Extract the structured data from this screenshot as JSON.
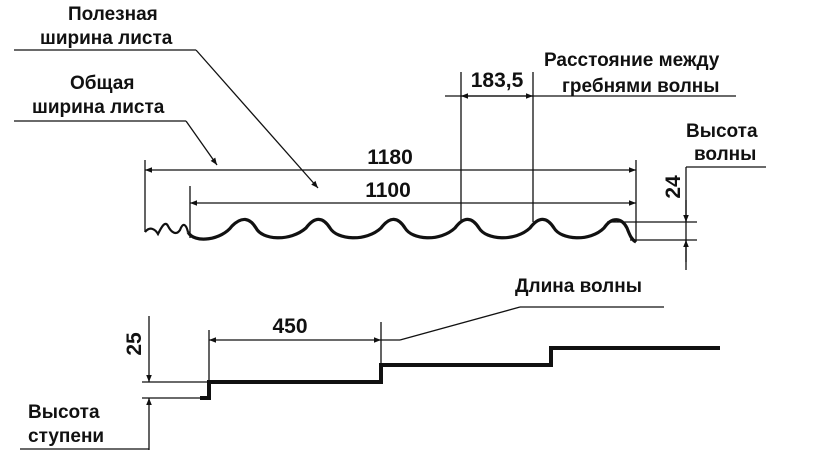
{
  "labels": {
    "useful_width_1": "Полезная",
    "useful_width_2": "ширина листа",
    "total_width_1": "Общая",
    "total_width_2": "ширина листа",
    "ridge_distance_1": "Расстояние между",
    "ridge_distance_2": "гребнями волны",
    "wave_height_1": "Высота",
    "wave_height_2": "волны",
    "wave_length": "Длина волны",
    "step_height_1": "Высота",
    "step_height_2": "ступени"
  },
  "dimensions": {
    "total_width": "1180",
    "useful_width": "1100",
    "ridge_distance": "183,5",
    "wave_height": "24",
    "wave_length": "450",
    "step_height": "25"
  },
  "colors": {
    "ink": "#111111",
    "background": "#ffffff"
  }
}
